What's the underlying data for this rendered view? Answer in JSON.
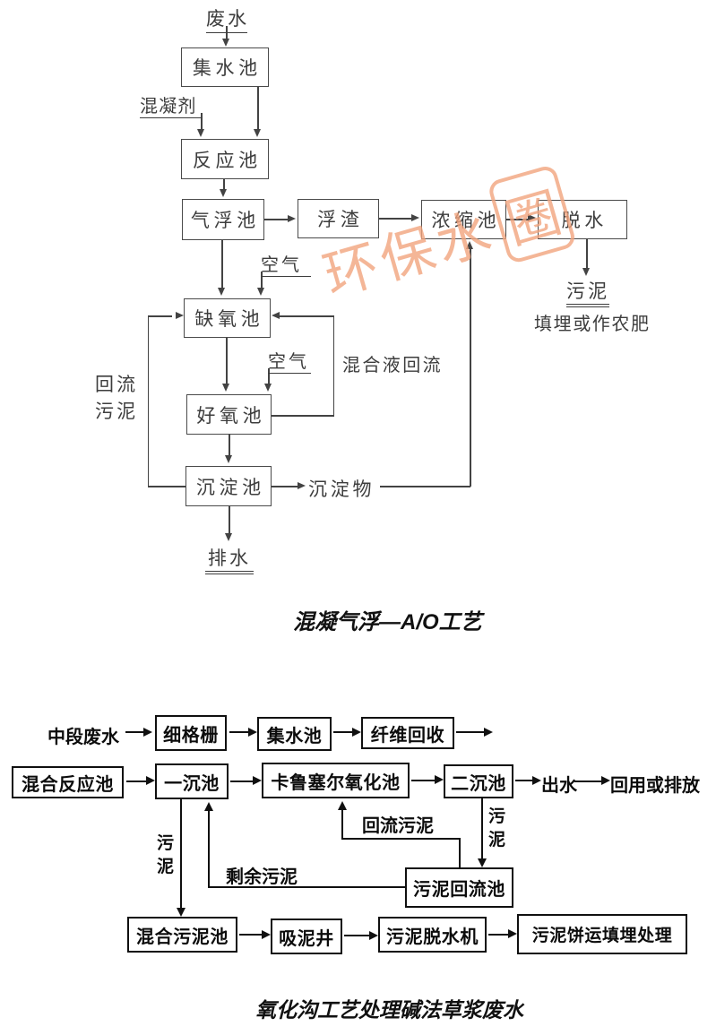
{
  "watermark": {
    "main": "环保水",
    "boxed": "圈",
    "color": "#f2a47e"
  },
  "top_diagram": {
    "title": "混凝气浮—A/O工艺",
    "nodes": {
      "jishuichi": "集水池",
      "fanyingchi": "反应池",
      "qifuchi": "气浮池",
      "fuzha": "浮渣",
      "nongsuochi": "浓缩池",
      "tuoshui": "脱水",
      "queyangchi": "缺氧池",
      "haoyangchi": "好氧池",
      "chendianchi": "沉淀池"
    },
    "labels": {
      "feishui": "废水",
      "hunningji": "混凝剂",
      "kongqi_1": "空气",
      "kongqi_2": "空气",
      "hunheye_huiliu": "混合液回流",
      "huiliu_wuni": "回流污泥",
      "chendianwu": "沉淀物",
      "paishui": "排水",
      "wuni": "污泥",
      "tianmai_nongfei": "填埋或作农肥"
    }
  },
  "bottom_diagram": {
    "title": "氧化沟工艺处理碱法草浆废水",
    "nodes": {
      "xigeshan": "细格栅",
      "jishuichi": "集水池",
      "xianwei_huishou": "纤维回收",
      "hunhe_fanyingchi": "混合反应池",
      "yichenchi": "一沉池",
      "kalusaier_yanghuachi": "卡鲁塞尔氧化池",
      "erchenchi": "二沉池",
      "wuni_huiliuchi": "污泥回流池",
      "hunhe_wunichi": "混合污泥池",
      "xinijing": "吸泥井",
      "wuni_tuoshuiji": "污泥脱水机",
      "wunibing_chuli": "污泥饼运填埋处理"
    },
    "labels": {
      "zhongduan_feishui": "中段废水",
      "chushui": "出水",
      "huiyong_paifang": "回用或排放",
      "wuni_left": "污泥",
      "shengyu_wuni": "剩余污泥",
      "huiliu_wuni": "回流污泥",
      "wuni_right": "污泥"
    }
  }
}
